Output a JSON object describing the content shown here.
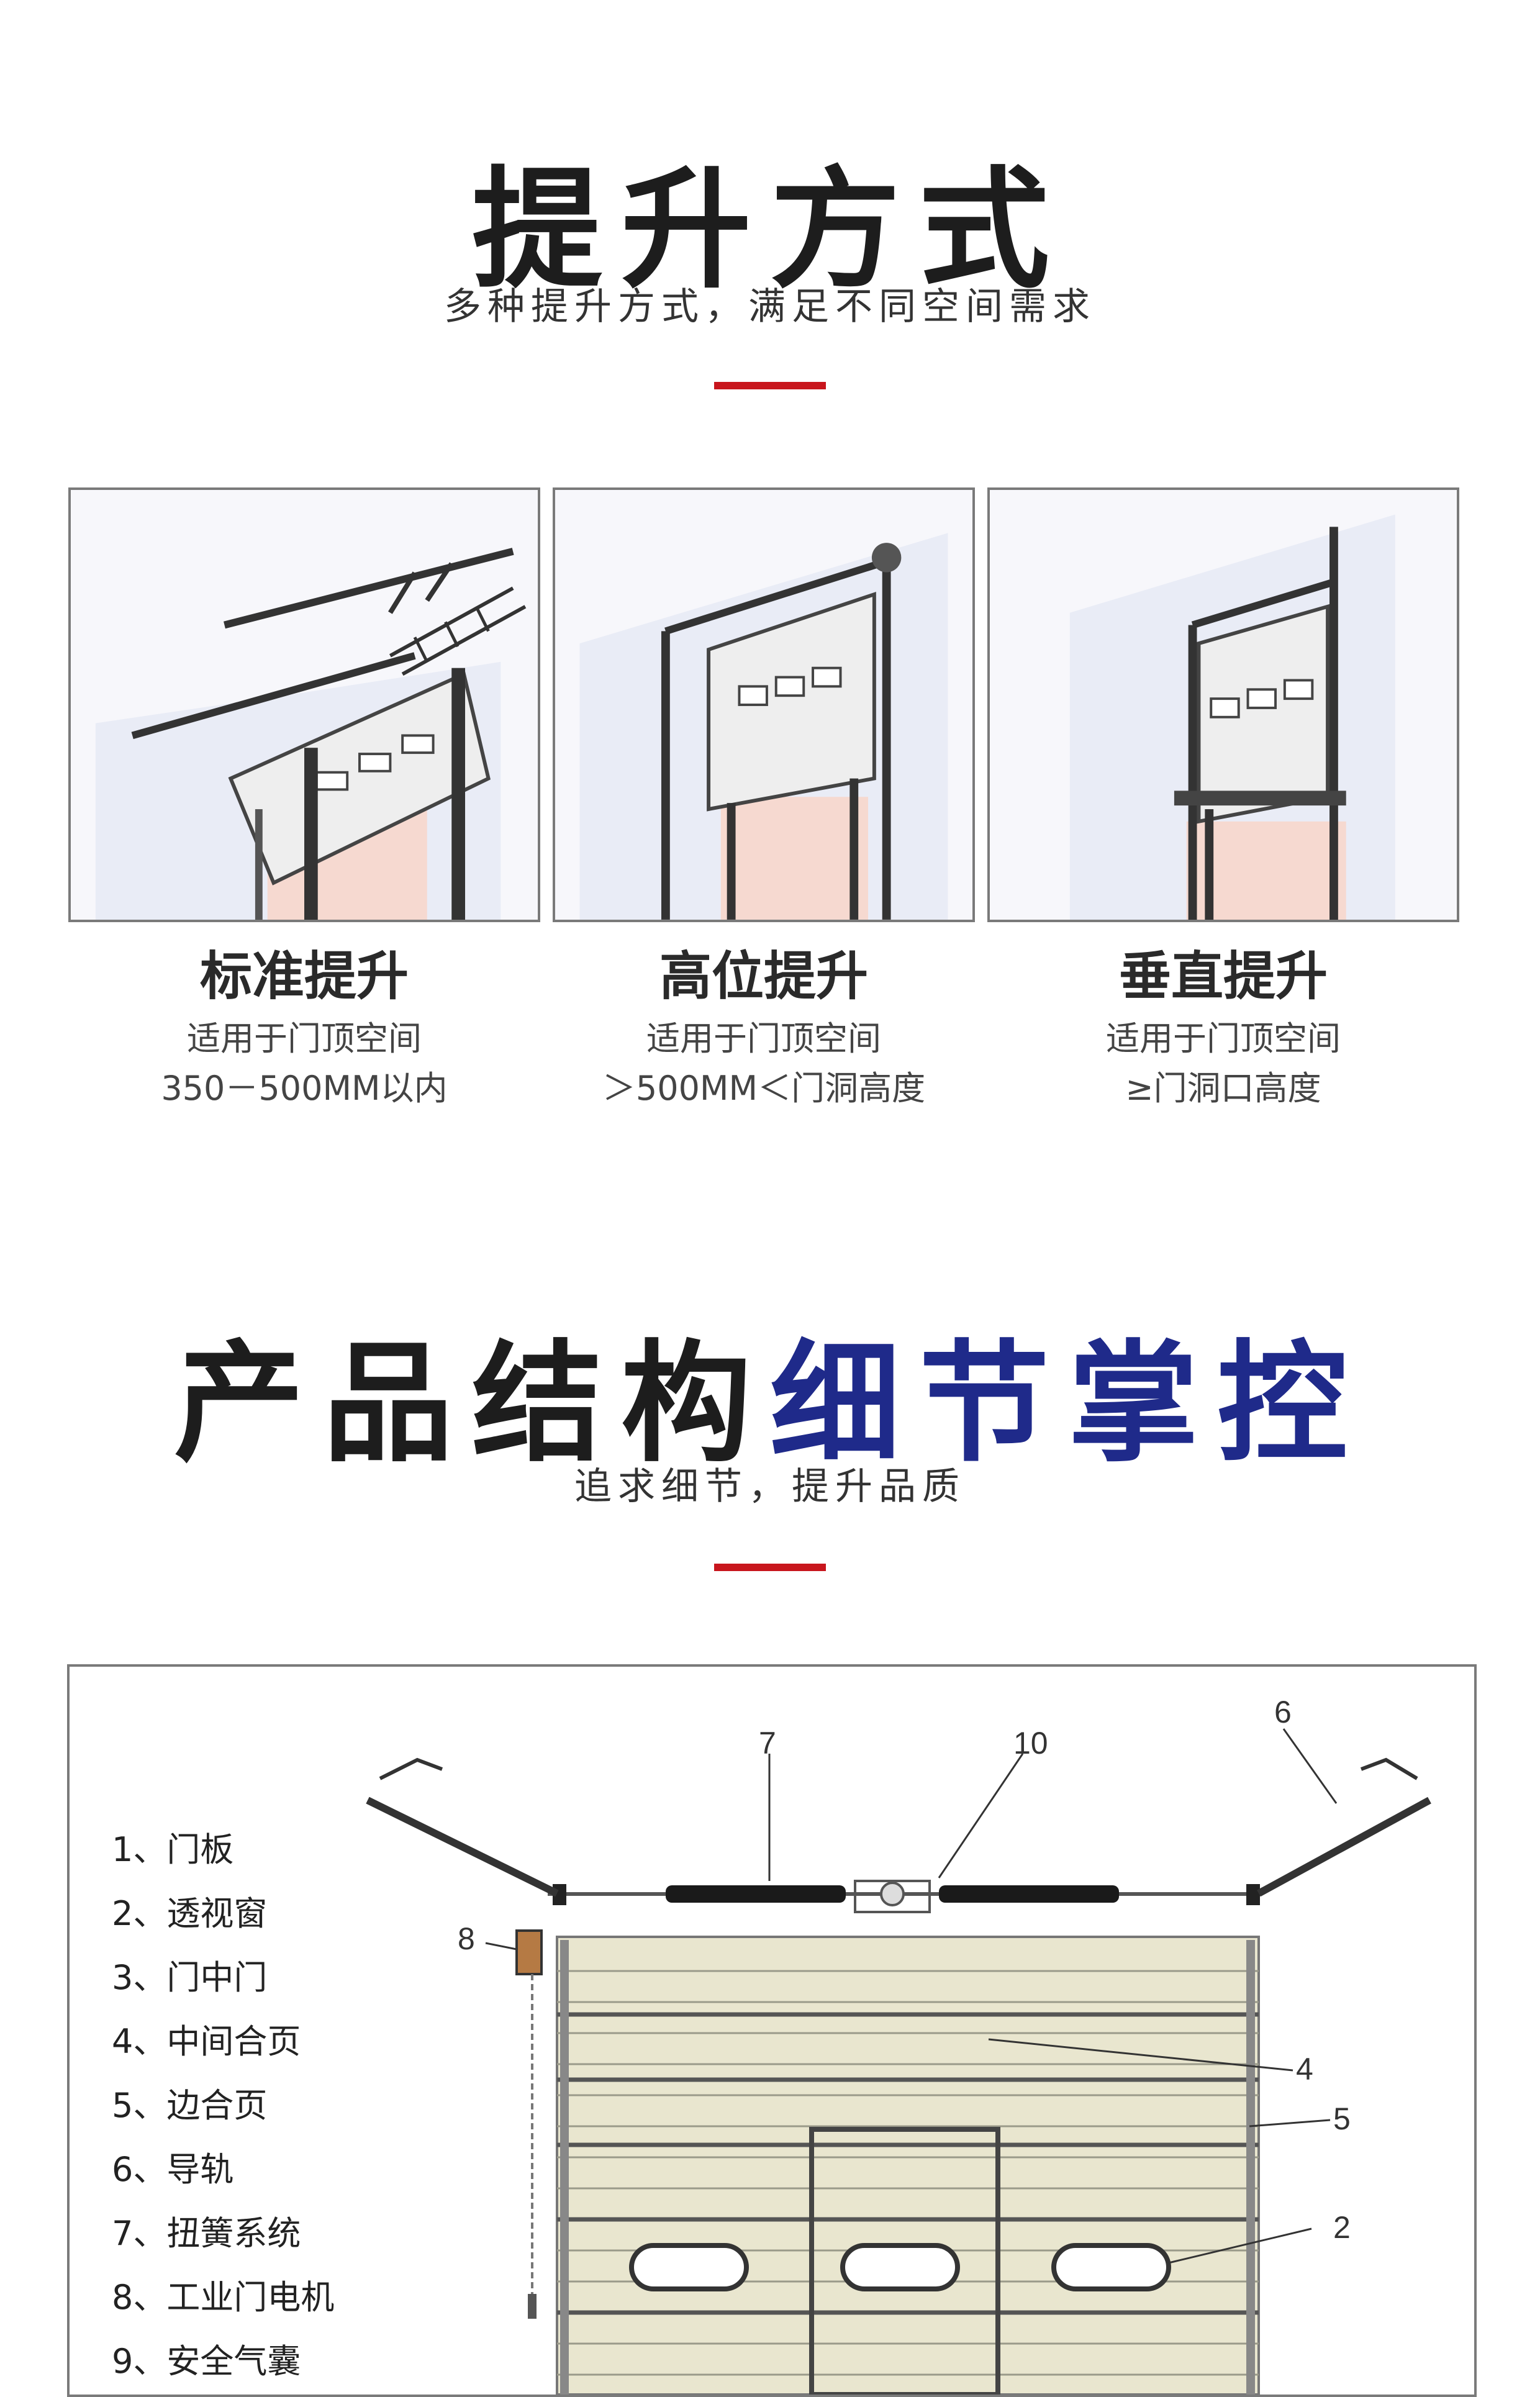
{
  "section1": {
    "title": "提升方式",
    "subtitle": "多种提升方式，满足不同空间需求",
    "cards": [
      {
        "title": "标准提升",
        "line1": "适用于门顶空间",
        "line2": "350－500MM以内"
      },
      {
        "title": "高位提升",
        "line1": "适用于门顶空间",
        "line2": "＞500MM＜门洞高度"
      },
      {
        "title": "垂直提升",
        "line1": "适用于门顶空间",
        "line2": "≥门洞口高度"
      }
    ]
  },
  "section2": {
    "title_main": "产品结构",
    "title_highlight": "细节掌控",
    "subtitle": "追求细节，提升品质",
    "legend": [
      "1、门板",
      "2、透视窗",
      "3、门中门",
      "4、中间合页",
      "5、边合页",
      "6、导轨",
      "7、扭簧系统",
      "8、工业门电机",
      "9、安全气囊"
    ],
    "callouts": [
      "7",
      "10",
      "6",
      "8",
      "4",
      "5",
      "2"
    ]
  },
  "colors": {
    "accent_red": "#c8161d",
    "title_blue": "#1f2a8a",
    "panel_beige": "#e9e6cf"
  }
}
